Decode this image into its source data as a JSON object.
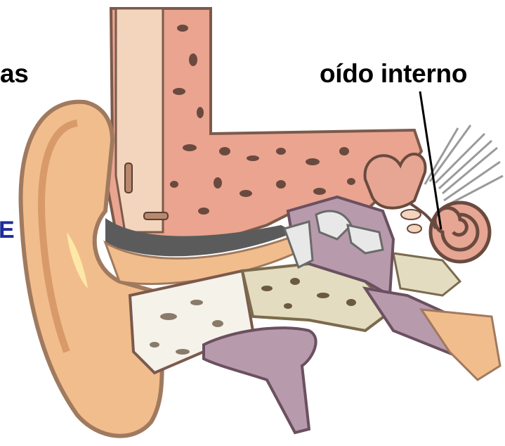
{
  "labels": {
    "left_partial": "as",
    "inner_ear": "oído interno",
    "edge_partial": "E"
  },
  "colors": {
    "skin": "#f2bd8c",
    "skin_shadow": "#a07a5f",
    "bone_pink": "#eaa48f",
    "bone_pore": "#6a4a3f",
    "cartilage_light": "#f3d4bd",
    "canal_dark": "#5b5b5b",
    "middle_ear": "#b79aab",
    "ossicle": "#e8e8e8",
    "cochlea": "#e6a693",
    "temporal_bone": "#e3dcc0",
    "nerve": "#9a9a9a",
    "text": "#000000",
    "edge_text": "#1e2d9a"
  }
}
